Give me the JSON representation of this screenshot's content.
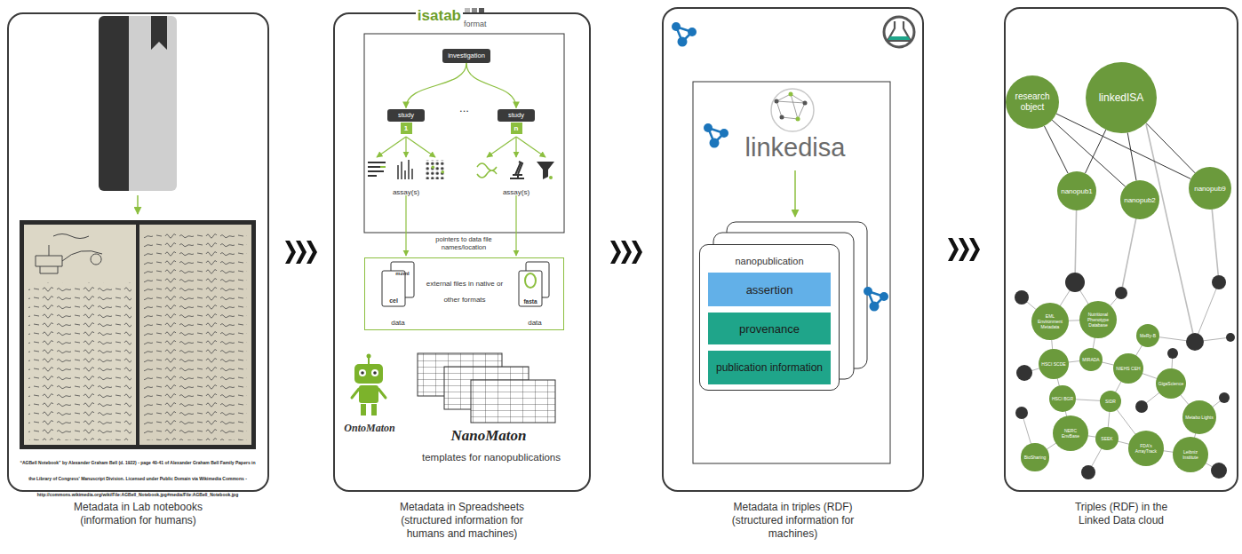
{
  "diagram": {
    "nodes": [
      {
        "text": [
          "Metadata in Lab notebooks (information for humans)"
        ]
      },
      {
        "text": [
          "Metadata in Spreadsheets (structured information for humans and machines)"
        ]
      },
      {
        "text": [
          "investigation"
        ],
        "in": 1
      },
      {
        "text": [
          "study",
          "1"
        ],
        "in": 1
      },
      {
        "text": [
          "study",
          "n"
        ],
        "in": 1
      },
      {
        "text": [
          "external files in native or other formats",
          "data",
          "data"
        ],
        "in": 1
      },
      {
        "text": [
          "Metadata in triples (RDF) (structured information for machines)"
        ]
      },
      {
        "text": [
          "nanopublication"
        ],
        "in": 6
      },
      {
        "text": [
          "assertion"
        ],
        "in": 7
      },
      {
        "text": [
          "provenance"
        ],
        "in": 7
      },
      {
        "text": [
          "publication information"
        ],
        "in": 7
      },
      {
        "text": [
          "Triples (RDF) in the Linked Data cloud"
        ]
      },
      {
        "text": [
          "research object"
        ],
        "in": 11
      },
      {
        "text": [
          "linkedISA"
        ],
        "in": 11
      },
      {
        "text": [
          "nanopub1"
        ],
        "in": 11
      },
      {
        "text": [
          "nanopub2"
        ],
        "in": 11
      },
      {
        "text": [
          "nanopub9"
        ],
        "in": 11
      },
      {
        "text": [
          "EML Environment Metadata"
        ],
        "in": 11
      },
      {
        "text": [
          "Nutritional Phenotype Database"
        ],
        "in": 11
      },
      {
        "text": [
          "MeRy-B"
        ],
        "in": 11
      },
      {
        "text": [
          "MIRADA"
        ],
        "in": 11
      },
      {
        "text": [
          "HSCI SCDE"
        ],
        "in": 11
      },
      {
        "text": [
          "NIEHS CEH"
        ],
        "in": 11
      },
      {
        "text": [
          "GigaScience"
        ],
        "in": 11
      },
      {
        "text": [
          "HSCI BGR"
        ],
        "in": 11
      },
      {
        "text": [
          "SIDR"
        ],
        "in": 11
      },
      {
        "text": [
          "NERC EnvBase"
        ],
        "in": 11
      },
      {
        "text": [
          "Metabo Lights"
        ],
        "in": 11
      },
      {
        "text": [
          "SEEK"
        ],
        "in": 11
      },
      {
        "text": [
          "BioSharing"
        ],
        "in": 11
      },
      {
        "text": [
          "FDA's ArrayTrack"
        ],
        "in": 11
      },
      {
        "text": [
          "Leibniz Institute"
        ],
        "in": 11
      }
    ],
    "edges": [
      {
        "from": 0,
        "to": 1,
        "arrow": "to"
      },
      {
        "from": 1,
        "to": 6,
        "arrow": "to"
      },
      {
        "from": 6,
        "to": 11,
        "arrow": "to"
      },
      {
        "from": 2,
        "to": 3,
        "arrow": "to"
      },
      {
        "from": 2,
        "to": 4,
        "arrow": "to"
      },
      {
        "from": 12,
        "to": 14,
        "arrow": "none"
      },
      {
        "from": 12,
        "to": 15,
        "arrow": "none"
      },
      {
        "from": 12,
        "to": 16,
        "arrow": "none"
      },
      {
        "from": 13,
        "to": 14,
        "arrow": "none"
      },
      {
        "from": 13,
        "to": 15,
        "arrow": "none"
      },
      {
        "from": 13,
        "to": 16,
        "arrow": "none"
      }
    ],
    "labels": [
      "“AGBell Notebook” by Alexander Graham Bell (d. 1922) - page 40-41 of Alexander Graham Bell Family Papers in the Library of Congress' Manuscript Division. Licensed under Public Domain via Wikimedia Commons - http://commons.wikimedia.org/wiki/File:AGBell_Notebook.jpg#media/File:AGBell_Notebook.jpg",
      "isatab",
      "format",
      "...",
      "assay(s)",
      "assay(s)",
      "pointers to data file names/location",
      "cel",
      "mzml",
      "fasta",
      "OntoMaton",
      "NanoMaton",
      "templates for nanopublications",
      "linkedisa"
    ]
  }
}
